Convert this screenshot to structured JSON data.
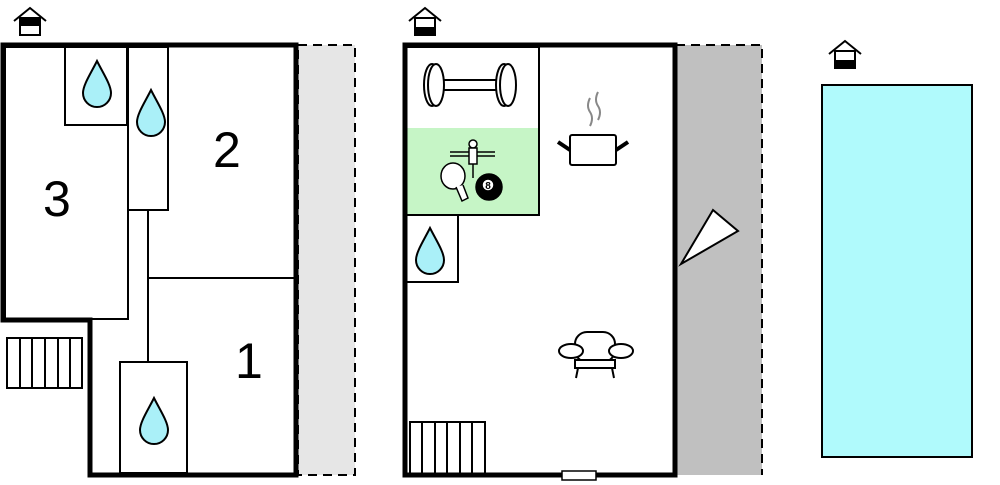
{
  "floor_1": {
    "room_labels": [
      "3",
      "2",
      "1"
    ]
  },
  "floor_2": {
    "billiard_ball_number": "8"
  },
  "colors": {
    "water": "#aaf0f8",
    "terrace_light": "#e6e6e6",
    "terrace_dark": "#c0c0c0",
    "games_room": "#c6f5c6",
    "pool": "#b0fafc"
  }
}
